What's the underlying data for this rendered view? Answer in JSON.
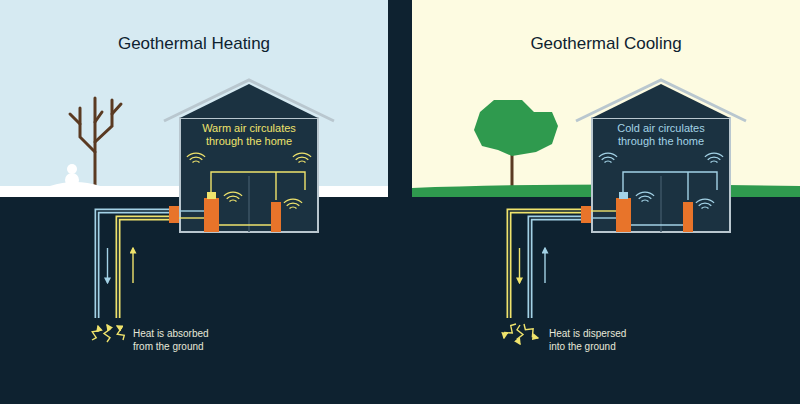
{
  "diagram": {
    "nodes": [
      {
        "text": [
          "Geothermal Heating"
        ]
      },
      {
        "text": [
          "Warm air circulates through the home"
        ],
        "in": 0
      },
      {
        "text": [
          "Geothermal Cooling"
        ]
      },
      {
        "text": [
          "Cold air circulates through the home"
        ],
        "in": 2
      }
    ],
    "labels": [
      "Heat is absorbed from the ground",
      "Heat is dispersed into the ground"
    ]
  }
}
